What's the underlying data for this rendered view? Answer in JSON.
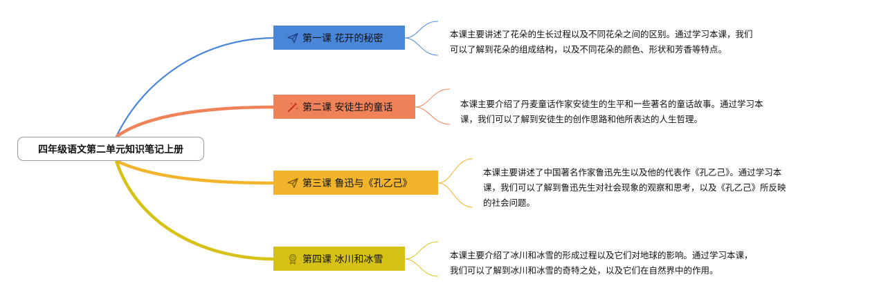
{
  "root": {
    "title": "四年级语文第二单元知识笔记上册"
  },
  "topics": [
    {
      "label": "第一课 花开的秘密",
      "icon": "paper-plane-icon",
      "color": "#4a86d8",
      "note_lines": [
        "本课主要讲述了花朵的生长过程以及不同花朵之间的区别。通过学习本课，我们",
        "可以了解到花朵的组成结构，以及不同花朵的颜色、形状和芳香等特点。"
      ]
    },
    {
      "label": "第二课 安徒生的童话",
      "icon": "magic-wand-icon",
      "color": "#f08259",
      "note_lines": [
        "本课主要介绍了丹麦童话作家安徒生的生平和一些著名的童话故事。通过学习本",
        "课，我们可以了解到安徒生的创作思路和他所表达的人生哲理。"
      ]
    },
    {
      "label": "第三课 鲁迅与《孔乙己》",
      "icon": "paper-plane-icon",
      "color": "#f2b42b",
      "note_lines": [
        "本课主要讲述了中国著名作家鲁迅先生以及他的代表作《孔乙己》。通过学习本",
        "课，我们可以了解到鲁迅先生对社会现象的观察和思考，以及《孔乙己》所反映",
        "的社会问题。"
      ]
    },
    {
      "label": "第四课 冰川和冰雪",
      "icon": "medal-icon",
      "color": "#d6c217",
      "note_lines": [
        "本课主要介绍了冰川和冰雪的形成过程以及它们对地球的影响。通过学习本课，",
        "我们可以了解到冰川和冰雪的奇特之处，以及它们在自然界中的作用。"
      ]
    }
  ]
}
